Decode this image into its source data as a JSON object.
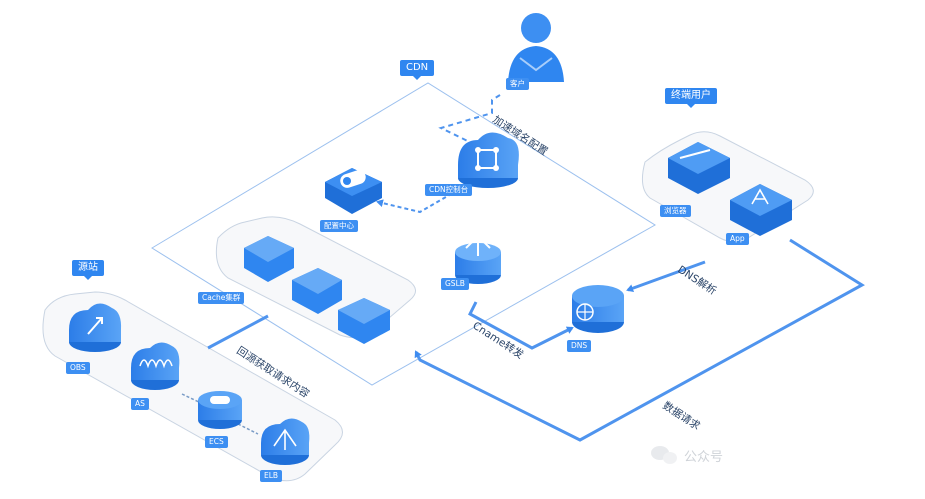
{
  "groups": {
    "cdn": "CDN",
    "end_user": "终端用户",
    "origin": "源站"
  },
  "nodes": {
    "customer": "客户",
    "cdn_console": "CDN控制台",
    "config_center": "配置中心",
    "gslb": "GSLB",
    "cache": "Cache集群",
    "dns": "DNS",
    "browser": "浏览器",
    "app": "App",
    "obs": "OBS",
    "as": "AS",
    "ecs": "ECS",
    "elb": "ELB"
  },
  "flows": {
    "domain_config": "加速域名配置",
    "dns_resolve": "DNS解析",
    "cname_forward": "Cname转发",
    "back_to_origin": "回源获取请求内容",
    "data_request": "数据请求"
  },
  "watermark": "公众号",
  "colors": {
    "accent": "#2f86f0",
    "line": "#4f94ee",
    "platform_stroke": "#c9d4e2",
    "frame": "#9cc0ee"
  }
}
